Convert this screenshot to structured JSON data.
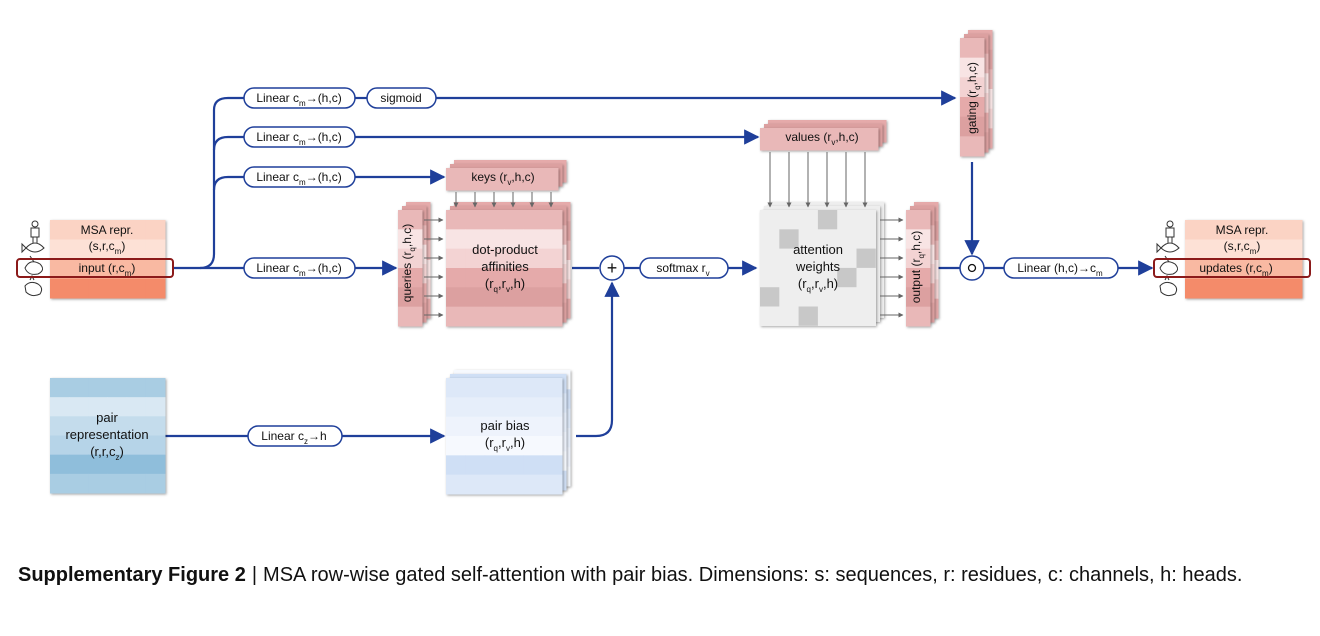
{
  "diagram": {
    "title": "MSA row-wise gated self-attention with pair bias",
    "colors": {
      "edge": "#1f3f9a",
      "msa_heat": [
        "#fbd3c4",
        "#f9b9a2",
        "#f7a58a",
        "#fde1d6",
        "#f48b6b"
      ],
      "qkv_heat": [
        "#e9b8b8",
        "#f3d3d3",
        "#dca0a0",
        "#f8e4e4",
        "#e5aaaa"
      ],
      "pair_heat": [
        "#a9cde3",
        "#c4dcec",
        "#8fbedb",
        "#d9e8f3",
        "#b6d4e8"
      ],
      "bias_heat": [
        "#dde8f8",
        "#eef3fc",
        "#cfdff5",
        "#e6eefa",
        "#f6f9fe"
      ],
      "attn_bg": "#eeeeee",
      "attn_cell": "#c8c8c8",
      "highlight": "#8b1a1a"
    },
    "input_block": {
      "title": "MSA repr.",
      "dims": "(s,r,c",
      "dims_sub": "m",
      "dims_end": ")",
      "row_label": "input (r,c",
      "row_sub": "m",
      "row_end": ")"
    },
    "output_block": {
      "title": "MSA repr.",
      "dims": "(s,r,c",
      "dims_sub": "m",
      "dims_end": ")",
      "row_label": "updates (r,c",
      "row_sub": "m",
      "row_end": ")"
    },
    "species_icons": [
      "human-icon",
      "fish-icon",
      "rabbit-icon",
      "rooster-icon"
    ],
    "linear_ops": [
      {
        "id": "gate",
        "label": "Linear c",
        "sub": "m",
        "rest": "→(h,c)"
      },
      {
        "id": "values",
        "label": "Linear c",
        "sub": "m",
        "rest": "→(h,c)"
      },
      {
        "id": "keys",
        "label": "Linear c",
        "sub": "m",
        "rest": "→(h,c)"
      },
      {
        "id": "queries",
        "label": "Linear c",
        "sub": "m",
        "rest": "→(h,c)"
      }
    ],
    "sigmoid_label": "sigmoid",
    "keys": {
      "label": "keys (r",
      "sub": "v",
      "rest": ",h,c)"
    },
    "queries": {
      "label": "queries (r",
      "sub": "q",
      "rest": ",h,c)"
    },
    "values": {
      "label": "values (r",
      "sub": "v",
      "rest": ",h,c)"
    },
    "gating": {
      "label": "gating (r",
      "sub": "q",
      "rest": ",h,c)"
    },
    "output": {
      "label": "output (r",
      "sub": "q",
      "rest": ",h,c)"
    },
    "affinities": {
      "line1": "dot-product",
      "line2": "affinities",
      "dims": {
        "a": "(r",
        "a_sub": "q",
        "b": ",r",
        "b_sub": "v",
        "c": ",h)"
      }
    },
    "add_symbol": "+",
    "softmax": {
      "label": "softmax r",
      "sub": "v"
    },
    "attention": {
      "line1": "attention",
      "line2": "weights",
      "dims": {
        "a": "(r",
        "a_sub": "q",
        "b": ",r",
        "b_sub": "v",
        "c": ",h)"
      }
    },
    "gate_symbol": "○",
    "linear_out": {
      "label": "Linear (h,c)→c",
      "sub": "m"
    },
    "pair_repr": {
      "line1": "pair",
      "line2": "representation",
      "dims": "(r,r,c",
      "dims_sub": "z",
      "dims_end": ")"
    },
    "linear_pair": {
      "label": "Linear c",
      "sub": "z",
      "rest": "→h"
    },
    "pair_bias": {
      "line1": "pair bias",
      "dims": {
        "a": "(r",
        "a_sub": "q",
        "b": ",r",
        "b_sub": "v",
        "c": ",h)"
      }
    }
  },
  "caption": {
    "figure_label": "Supplementary Figure 2",
    "separator": "|",
    "text": "MSA row-wise gated self-attention with pair bias. Dimensions: s: sequences, r: residues, c: channels, h: heads."
  }
}
